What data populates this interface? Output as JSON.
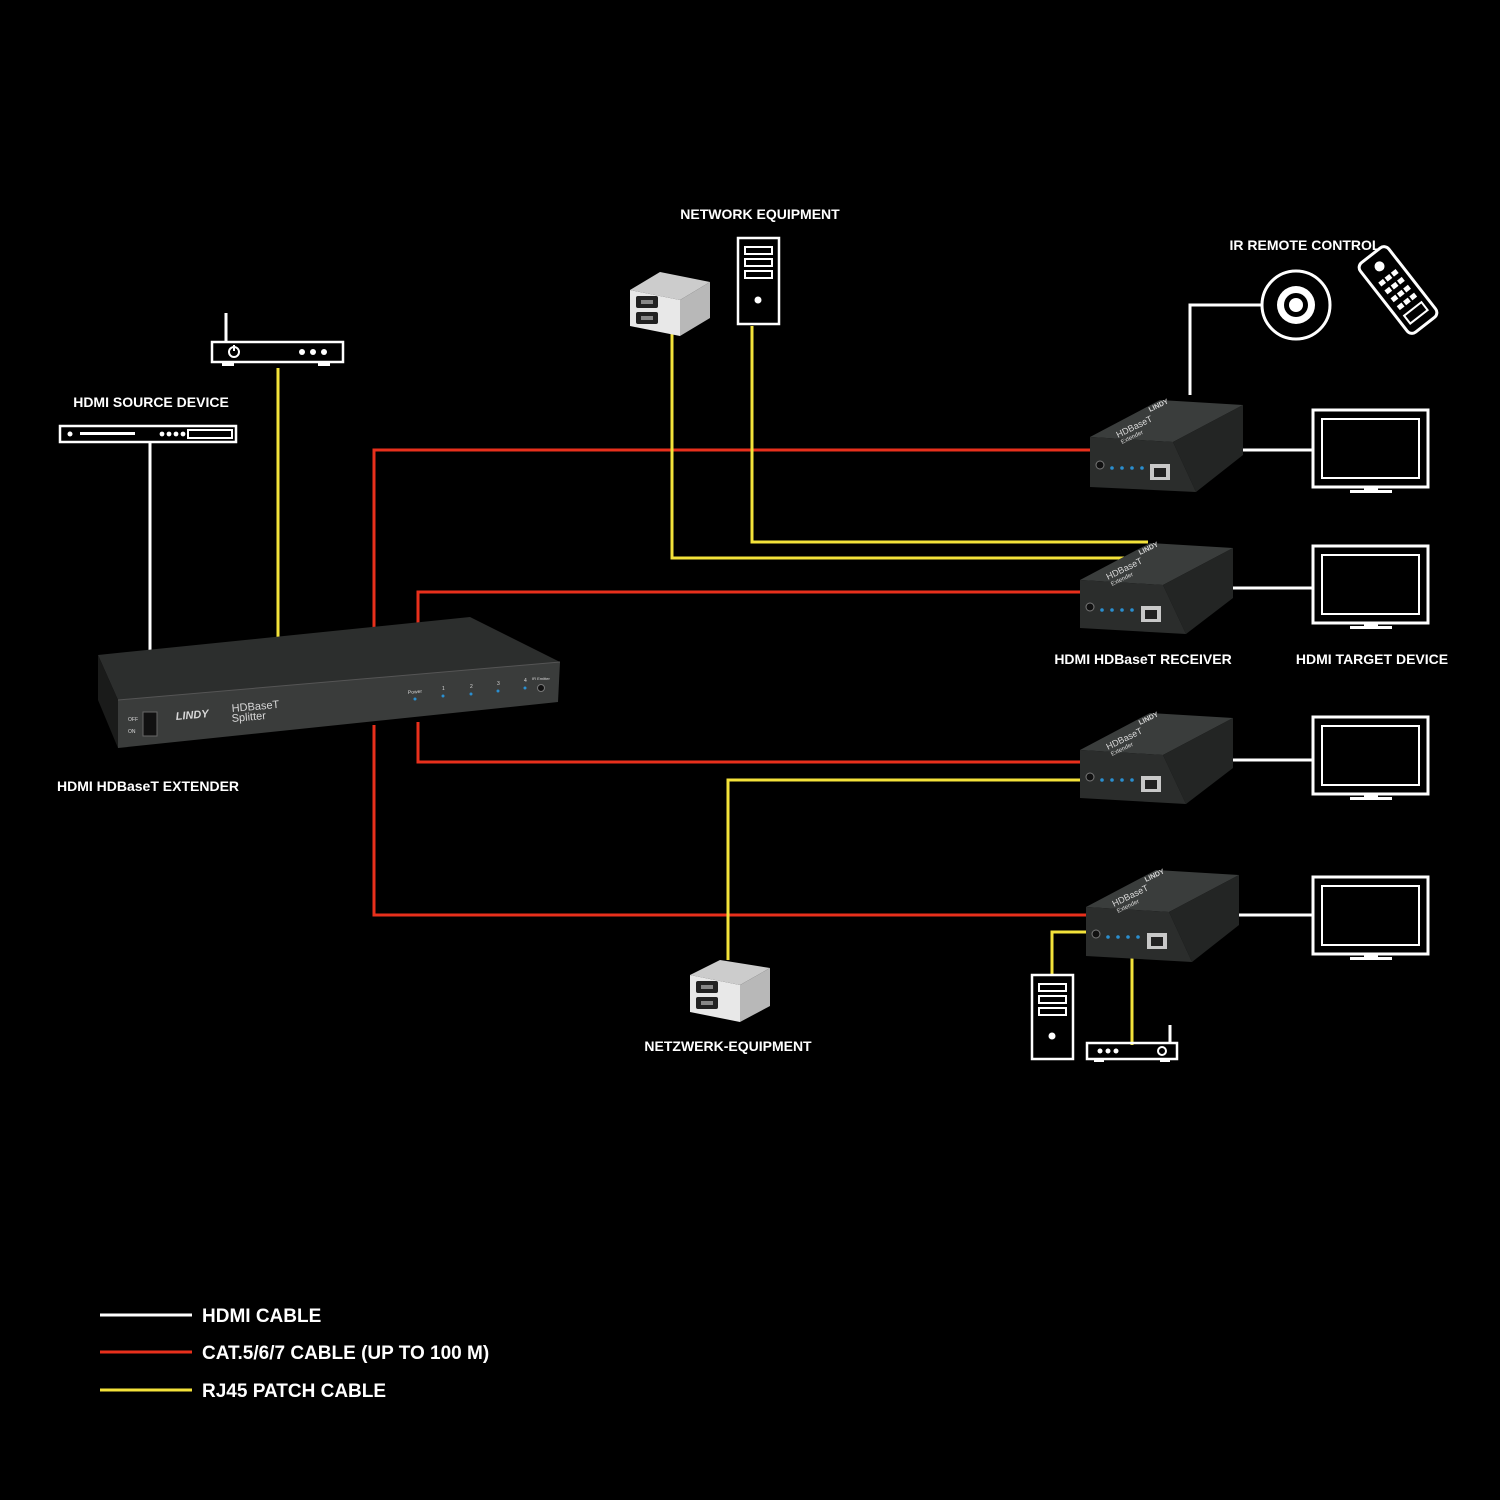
{
  "labels": {
    "network_equipment": "NETWORK EQUIPMENT",
    "ir_remote_control": "IR REMOTE CONTROL",
    "hdmi_source_device": "HDMI SOURCE DEVICE",
    "hdmi_hdbaset_receiver": "HDMI HDBaseT RECEIVER",
    "hdmi_target_device": "HDMI TARGET DEVICE",
    "hdmi_hdbaset_extender": "HDMI HDBaseT EXTENDER",
    "netzwerk_equipment": "NETZWERK-EQUIPMENT"
  },
  "splitter": {
    "brand": "LINDY",
    "line1": "HDBaseT",
    "line2": "Splitter",
    "power_label": "Power",
    "ports": [
      "1",
      "2",
      "3",
      "4"
    ],
    "ir_label": "IR Emitter",
    "switch_off": "OFF",
    "switch_on": "ON"
  },
  "receiver": {
    "brand": "LINDY",
    "title": "HDBaseT",
    "subtitle": "Extender"
  },
  "legend": [
    {
      "label": "HDMI CABLE",
      "color": "#ffffff"
    },
    {
      "label": "CAT.5/6/7 CABLE (UP TO 100 M)",
      "color": "#e8301c"
    },
    {
      "label": "RJ45 PATCH CABLE",
      "color": "#f3e23a"
    }
  ],
  "colors": {
    "hdmi": "#ffffff",
    "cat": "#e8301c",
    "patch": "#f3e23a",
    "background": "#000000"
  }
}
